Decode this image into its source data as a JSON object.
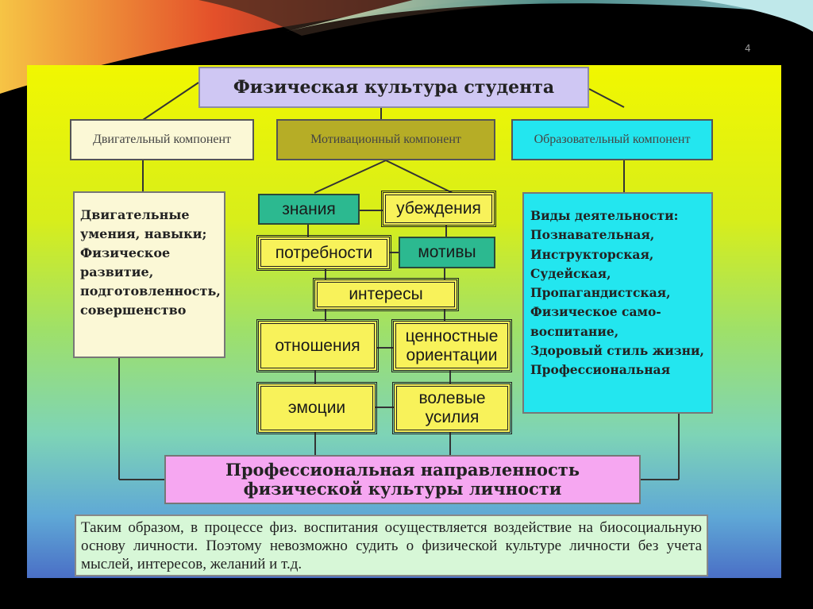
{
  "slide_number": "4",
  "title": "Физическая культура студента",
  "components": {
    "motor": "Двигательный компонент",
    "motivational": "Мотивационный компонент",
    "educational": "Образовательный компонент"
  },
  "motor_list": [
    "Двигательные",
    "умения, навыки;",
    "Физическое",
    "развитие,",
    "подготовленность,",
    "совершенство"
  ],
  "motivation": {
    "knowledge": "знания",
    "beliefs": "убеждения",
    "needs": "потребности",
    "motives": "мотивы",
    "interests": "интересы",
    "relations": "отношения",
    "values_line1": "ценностные",
    "values_line2": "ориентации",
    "emotions": "эмоции",
    "volitional_line1": "волевые",
    "volitional_line2": "усилия"
  },
  "activities_list": [
    "Виды деятельности:",
    "Познавательная,",
    "Инструкторская,",
    "Судейская,",
    "Пропагандистская,",
    "Физическое само-",
    "воспитание,",
    "Здоровый стиль жизни,",
    "Профессиональная"
  ],
  "result": {
    "line1": "Профессиональная направленность",
    "line2": "физической культуры личности"
  },
  "conclusion": "Таким образом, в процессе физ. воспитания осуществляется воздействие на биосоциальную основу личности. Поэтому невозможно судить о физической культуре личности без учета мыслей, интересов, желаний и т.д.",
  "colors": {
    "title_bg": "#cfc7f3",
    "motor_bg": "#fbf8d6",
    "motivational_bg": "#b6ad26",
    "educational_bg": "#23e6ef",
    "teal_box": "#2cb990",
    "yellow_box": "#f8f25a",
    "result_bg": "#f6a7f1",
    "conclusion_bg": "#d7f7d7"
  }
}
